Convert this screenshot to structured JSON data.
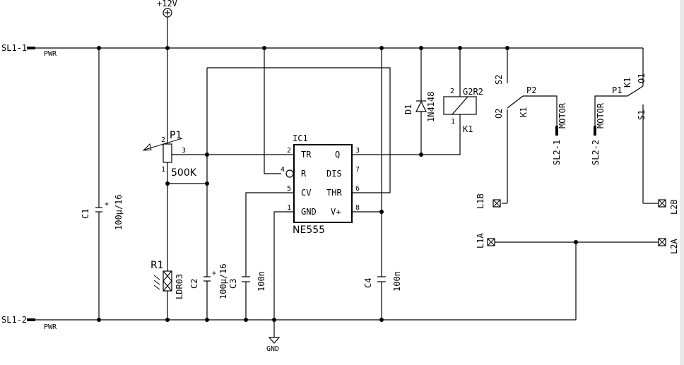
{
  "rails": {
    "top_connector": "SL1-1",
    "top_net": "PWR",
    "bottom_connector": "SL1-2",
    "bottom_net": "PWR",
    "supply": "+12V",
    "ground": "GND"
  },
  "ic": {
    "ref": "IC1",
    "part": "NE555",
    "pins": {
      "tr": "TR",
      "r": "R",
      "cv": "CV",
      "gnd": "GND",
      "q": "Q",
      "dis": "DIS",
      "thr": "THR",
      "vplus": "V+"
    },
    "pin_numbers": {
      "tr": "2",
      "r": "4",
      "cv": "5",
      "gnd": "1",
      "q": "3",
      "dis": "7",
      "thr": "6",
      "vplus": "8"
    }
  },
  "components": {
    "p1_ref": "P1",
    "p1_value": "500K",
    "p1_pin1": "1",
    "p1_pin2": "2",
    "p1_pin3": "3",
    "r1_ref": "R1",
    "r1_value": "LDR03",
    "c1_ref": "C1",
    "c1_value": "100µ/16",
    "c2_ref": "C2",
    "c2_value": "100µ/16",
    "c3_ref": "C3",
    "c3_value": "100n",
    "c4_ref": "C4",
    "c4_value": "100n",
    "d1_ref": "D1",
    "d1_value": "1N4148",
    "k1_ref": "K1",
    "k1_value": "G2R2",
    "k1_pin1": "1",
    "k1_pin2": "2",
    "plus": "+"
  },
  "relay_contacts": {
    "s2": "S2",
    "o2": "O2",
    "p2": "P2",
    "k1_a": "K1",
    "p1": "P1",
    "o1": "O1",
    "s1": "S1",
    "k1_b": "K1"
  },
  "terminals": {
    "sl2_1": "SL2-1",
    "motor_1": "MOTOR",
    "sl2_2": "SL2-2",
    "motor_2": "MOTOR",
    "l1b": "L1B",
    "l2b": "L2B",
    "l1a": "L1A",
    "l2a": "L2A"
  }
}
